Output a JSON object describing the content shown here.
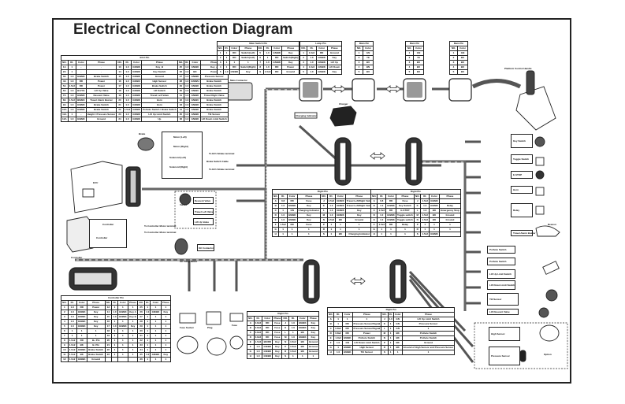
{
  "title": "Electrical Connection Diagram",
  "colors": {
    "ink": "#222222",
    "harness": "#555555",
    "background": "#ffffff"
  },
  "tables": {
    "ecu_pin": {
      "caption": "ECU Pin",
      "headers": [
        "NO.",
        "Rt.",
        "Color",
        "Phase",
        "NO.",
        "Rt.",
        "Color",
        "Phase",
        "NO.",
        "Rt.",
        "Color",
        "Phase"
      ],
      "rows": [
        [
          "1A",
          "1",
          "-",
          "-",
          "13",
          "1.0",
          "GN/BK",
          "Key_B",
          "25",
          "1.0",
          "GN/BK",
          "Key_A"
        ],
        [
          "2A",
          "1",
          "-",
          "-",
          "14",
          "1.0",
          "GN/BK",
          "Key Switch",
          "26",
          "1.0",
          "BK",
          "Power"
        ],
        [
          "3A",
          "1.0",
          "GN/BK",
          "Brake Switch",
          "15",
          "1.0",
          "GN/BK",
          "Ground",
          "27",
          "1.0",
          "GN/BK",
          "Pressure Sensor"
        ],
        [
          "4A",
          "1.0",
          "RD",
          "Power",
          "16",
          "1.0",
          "GN/BU",
          "High Sensor",
          "28",
          "1.0",
          "GN/WH",
          "Brake Switch"
        ],
        [
          "5A",
          "1.5x2",
          "RD",
          "Power",
          "17",
          "1.0",
          "GN/BK",
          "Brake Switch",
          "29",
          "1.0",
          "GN/BK",
          "Brake Switch"
        ],
        [
          "6A",
          "1.0",
          "BU/YE",
          "Lift Up Valve",
          "18",
          "1.0",
          "GN/BK",
          "Lift Switch",
          "30",
          "1.0",
          "GN/BU",
          "Brake Switch"
        ],
        [
          "7A",
          "1.0",
          "GN/BK",
          "Descent Valve",
          "19",
          "1.0",
          "GN/BK",
          "Travel Left Valve",
          "31",
          "1.0",
          "GN/BK",
          "Travel Right Valve"
        ],
        [
          "8A",
          "1.5x2",
          "BN/BK",
          "Travel Alarm Buzzer",
          "20",
          "1.0",
          "GN/BK",
          "Horn",
          "32",
          "1.0",
          "GN/BU",
          "Brake Switch"
        ],
        [
          "9A",
          "1.0",
          "GN/BK",
          "Brake Switch",
          "21",
          "1.0",
          "GN/BK",
          "Horn",
          "33",
          "1.0",
          "GN/BK",
          "Brake Switch"
        ],
        [
          "10A",
          "1.0",
          "GN/BK",
          "Brake Switch",
          "22",
          "1.5x2",
          "GN/BK",
          "Pothole Switch / Brake Switch",
          "34",
          "1.0",
          "GN/BK",
          "Brake Switch"
        ],
        [
          "11A",
          "1",
          "-",
          "Height / Pressure Sensor",
          "23",
          "1.0",
          "GN/BK",
          "Lift Up Limit Switch",
          "35",
          "1.0",
          "GN/BK",
          "Tilt Sensor"
        ],
        [
          "12A",
          "1.0",
          "GN/BK",
          "Ground",
          "24",
          "1.0",
          "GN/BK",
          "Up",
          "36",
          "1.0",
          "GN/BK",
          "Lift Down Limit Switch"
        ]
      ]
    },
    "main_switch_pin": {
      "caption": "Main Switch Pin",
      "headers": [
        "NO.",
        "Rt.",
        "Color",
        "Phase",
        "NO.",
        "Rt.",
        "Color",
        "Phase"
      ],
      "rows": [
        [
          "1",
          "1",
          "RD",
          "Switch(Left)",
          "5",
          "1.0",
          "GN/BK",
          "Key"
        ],
        [
          "2",
          "1",
          "RD",
          "Switch(Left)",
          "6",
          "1",
          "RD",
          "Switch(Right)"
        ],
        [
          "3",
          "1",
          "1",
          "1",
          "7",
          "1.0",
          "GN/BK",
          "Key"
        ],
        [
          "4",
          "1",
          "RD",
          "Switch(Right)",
          "8",
          "1.0",
          "RD",
          "Power"
        ],
        [
          "5",
          "1.0",
          "GN/BK",
          "Key",
          "9",
          "1.5x2",
          "RD",
          "Ground"
        ]
      ]
    },
    "lamp_pin": {
      "caption": "Lamp Pin",
      "label": "LAMP",
      "headers": [
        "NO.",
        "Rt.",
        "Color",
        "Phase"
      ],
      "rows": [
        [
          "1",
          "1.0x2",
          "RD",
          "Ground"
        ],
        [
          "2",
          "1.0",
          "GN/BK",
          "Key"
        ],
        [
          "3",
          "1.0",
          "GN/BK",
          "Lift Up"
        ],
        [
          "4",
          "1.0x2",
          "GN/BK",
          "Lift Down"
        ],
        [
          "5",
          "1.0",
          "GN/BK",
          "Key"
        ]
      ]
    },
    "small_pins": [
      {
        "caption": "Main Pin",
        "headers": [
          "NO.",
          "Color"
        ],
        "rows": [
          [
            "1",
            "GN"
          ],
          [
            "2",
            "YE"
          ],
          [
            "3",
            "BU"
          ],
          [
            "4",
            "BN"
          ],
          [
            "5",
            "BU"
          ]
        ]
      },
      {
        "caption": "Main Pin",
        "headers": [
          "NO.",
          "Color"
        ],
        "rows": [
          [
            "1",
            "GN"
          ],
          [
            "2",
            "YE"
          ],
          [
            "3",
            "BU"
          ],
          [
            "4",
            "BU"
          ],
          [
            "5",
            "BU"
          ]
        ]
      },
      {
        "caption": "Main Pin",
        "headers": [
          "NO.",
          "Color"
        ],
        "rows": [
          [
            "1",
            "GN"
          ],
          [
            "2",
            "BU"
          ],
          [
            "3",
            "BU"
          ],
          [
            "4",
            "BU"
          ],
          [
            "5",
            "BU"
          ]
        ]
      }
    ],
    "mid_left_pin": {
      "caption": "Right Pin",
      "label": "Lift Pin",
      "headers": [
        "NO.",
        "Rt.",
        "Color",
        "Phase",
        "NO.",
        "Rt.",
        "Color",
        "Phase"
      ],
      "rows": [
        [
          "A",
          "0.8",
          "RD",
          "Fuse",
          "J",
          "1.5x2",
          "GN/BK",
          "Travel Left/Right Valve"
        ],
        [
          "B",
          "1.0",
          "GN/BK",
          "Key",
          "K",
          "1.0",
          "GN/BK",
          "Travel Left/Right Valve"
        ],
        [
          "C",
          "1",
          "GN",
          "Charging Indicator",
          "L",
          "1.0",
          "GN/BK",
          "Key"
        ],
        [
          "D",
          "1.0",
          "GN/BK",
          "Key",
          "M",
          "1.0",
          "GN/BK",
          "Key"
        ],
        [
          "E",
          "1.0",
          "GN/BK",
          "Key",
          "N",
          "1.5x2",
          "BK",
          "Ground"
        ],
        [
          "F",
          "1.5x2",
          "RD",
          "Fuse",
          "P",
          "1",
          "1",
          "1"
        ],
        [
          "G",
          "1",
          "1",
          "1",
          "R",
          "1",
          "1",
          "1"
        ],
        [
          "H",
          "1",
          "1",
          "1",
          "S",
          "1",
          "BK",
          "Charging Indicator"
        ]
      ]
    },
    "mid_right_pin": {
      "caption": "Right Pin",
      "label": "Lift Pin",
      "headers": [
        "NO.",
        "Rt.",
        "Color",
        "Phase",
        "NO.",
        "Rt.",
        "Color",
        "Phase"
      ],
      "rows": [
        [
          "A",
          "0.8",
          "RD",
          "Fuse",
          "J",
          "1.5x2",
          "GN/BK",
          ""
        ],
        [
          "B",
          "1.0",
          "GN/BK",
          "Key Switch",
          "K",
          "1.0",
          "GN/BK",
          "Relay"
        ],
        [
          "C",
          "1.5x2",
          "RD",
          "E-STOP",
          "L",
          "1.0",
          "BK",
          "Emergency Stop"
        ],
        [
          "D",
          "1.0",
          "GN/BK",
          "Toggle switch",
          "M",
          "1.5x2",
          "BK",
          "Ground"
        ],
        [
          "E",
          "1.0",
          "GN/BK",
          "Toggle switch",
          "N",
          "1.5x2",
          "BK",
          "Ground"
        ],
        [
          "F",
          "1.5x2",
          "RD",
          "Relay",
          "P",
          "1",
          "1",
          "1"
        ],
        [
          "G",
          "1",
          "1",
          "1",
          "R",
          "1",
          "1",
          "1"
        ],
        [
          "H",
          "1",
          "1",
          "1",
          "S",
          "1.5x2",
          "GN/BK",
          ""
        ]
      ]
    },
    "controller_pin": {
      "caption": "Controller Pin",
      "headers": [
        "NO.",
        "Rt.",
        "Color",
        "Phase",
        "NO.",
        "Rt.",
        "Color",
        "Phase",
        "NO.",
        "Rt.",
        "Color",
        "Phase"
      ],
      "rows": [
        [
          "1",
          "1.0",
          "RD",
          "Power",
          "13",
          "1",
          "1",
          "1",
          "25",
          "1",
          "1",
          "1"
        ],
        [
          "2",
          "1.0",
          "GN/BK",
          "Key",
          "14",
          "1.0",
          "GN/BK",
          "Key A",
          "26",
          "1.0",
          "GN/BK",
          "Key"
        ],
        [
          "3",
          "1.0",
          "GN/BK",
          "Key",
          "15",
          "1.0",
          "GN/BK",
          "Key B",
          "27",
          "1",
          "1",
          "1"
        ],
        [
          "4",
          "1.0",
          "GN/BK",
          "Key",
          "16",
          "1",
          "1",
          "1",
          "28",
          "1",
          "1",
          "1"
        ],
        [
          "5",
          "1.0",
          "GN/BK",
          "Key",
          "17",
          "1.0",
          "GN/BK",
          "Key",
          "29",
          "1",
          "1",
          "1"
        ],
        [
          "6",
          "1",
          "1",
          "1",
          "18",
          "1",
          "1",
          "1",
          "30",
          "1",
          "1",
          "1"
        ],
        [
          "7",
          "1",
          "1",
          "1",
          "19",
          "1",
          "1",
          "1",
          "31",
          "1",
          "1",
          "1"
        ],
        [
          "8",
          "1.5x2",
          "RD",
          "B+ Pin",
          "20",
          "1",
          "1",
          "1",
          "32",
          "1",
          "1",
          "1"
        ],
        [
          "9",
          "1.5x2",
          "BK",
          "B- Pin",
          "21",
          "1",
          "1",
          "1",
          "33",
          "1",
          "1",
          "1"
        ],
        [
          "10",
          "1.5x2",
          "GN/BK",
          "Brake Switch",
          "22",
          "1",
          "1",
          "1",
          "34",
          "1",
          "1",
          "1"
        ],
        [
          "11",
          "1.5x2",
          "BK",
          "Brake Switch",
          "23",
          "1",
          "1",
          "1",
          "35",
          "1.0",
          "GN/BK",
          "Key"
        ],
        [
          "12",
          "1.5x2",
          "GN/BK",
          "Ground",
          "",
          "",
          "",
          "",
          "36",
          "1",
          "1",
          "1"
        ]
      ]
    },
    "bottom_mid_pin": {
      "caption": "Right Pin",
      "label": "Lift",
      "headers": [
        "NO.",
        "Rt.",
        "Color",
        "Phase",
        "NO.",
        "Rt.",
        "Color",
        "Phase"
      ],
      "rows": [
        [
          "A",
          "0.8x2",
          "RD",
          "Fuse",
          "J",
          "1.0",
          "GN/BK",
          "Key"
        ],
        [
          "B",
          "0.8x2",
          "RD",
          "Fuse",
          "K",
          "1.0",
          "GN/BK",
          "Key"
        ],
        [
          "C",
          "0.8x2",
          "RD",
          "Fuse",
          "L",
          "1",
          "BK",
          "Key"
        ],
        [
          "D",
          "0.8x2",
          "RD",
          "Fuse",
          "M",
          "1.0",
          "GN/BK",
          "Key"
        ],
        [
          "E",
          "1.5x2",
          "BK/RD",
          "Key",
          "N",
          "1.5x2",
          "BK",
          "Ground"
        ],
        [
          "F",
          "1.0",
          "GN/BK",
          "Key",
          "P",
          "1.5x2",
          "BK",
          "Ground"
        ],
        [
          "G",
          "1.0",
          "GN/BK",
          "Key",
          "R",
          "1.5x2",
          "BK",
          "Ground"
        ],
        [
          "H",
          "1.0",
          "GN/BK",
          "Key",
          "S",
          "1",
          "1",
          "1"
        ]
      ]
    },
    "bottom_right_pin": {
      "caption": "Right Pin",
      "label": "Lift",
      "headers": [
        "NO.",
        "Rt.",
        "Color",
        "Phase",
        "NO.",
        "Rt.",
        "Color",
        "Phase"
      ],
      "rows": [
        [
          "A",
          "1",
          "1",
          "1",
          "J",
          "1.0",
          "GN",
          "Lift Up Limit Switch"
        ],
        [
          "B",
          "1",
          "RD",
          "Pressure Sensor/Signal",
          "K",
          "1",
          "GN",
          "Pressure Sensor"
        ],
        [
          "C",
          "0.8x2",
          "RD",
          "Pressure Sensor/Signal",
          "L",
          "1",
          "GN",
          "1"
        ],
        [
          "D",
          "0.8x2",
          "RD",
          "Power",
          "M",
          "1",
          "BK",
          "Pothole Switch"
        ],
        [
          "E",
          "1.0x2",
          "GN/BK",
          "Pothole Switch",
          "N",
          "1",
          "BK",
          "Pothole Switch"
        ],
        [
          "F",
          "1.0",
          "GN",
          "Lift Down Limit Switch",
          "P",
          "1",
          "BK",
          "Ground"
        ],
        [
          "G",
          "1",
          "GN/BK",
          "High Sensor",
          "R",
          "1",
          "BK",
          "Ground of High Sensor and Pressure Sensor"
        ],
        [
          "H",
          "1.0",
          "GN/BK",
          "Tilt Sensor",
          "S",
          "1",
          "1",
          "1"
        ]
      ]
    }
  },
  "components": {
    "ecu_label": "ECU",
    "controller_label": "Controller",
    "main_contactor_label": "Main Contactor",
    "joystick_label": "Platform Control Handle",
    "charger_label": "Charger",
    "charging_indicator_label": "Charging Indicator",
    "brake_label": "Brake",
    "motor_box": {
      "labels": [
        "Motor (Left)",
        "Motor (Right)",
        "Solenoid (Left)",
        "Solenoid (Right)"
      ],
      "notes": [
        "To ECU Brake terminal",
        "Brake Switch Cable",
        "To ECU Brake terminal"
      ]
    },
    "controller_box": {
      "labels": [
        "Controller",
        "Controller"
      ],
      "notes": [
        "To Controller Motor terminal",
        "To Controller Motor terminal"
      ]
    },
    "valve_group": {
      "label": "Valves",
      "items": [
        "Descent Valve",
        "Travel Left Valve",
        "Lift Up Valve"
      ]
    },
    "oil_pump_label": "Oil Pump Motor",
    "oil_contactor_label": "Oil Contactor",
    "right_devices": [
      "Key Switch",
      "Toggle Switch",
      "E-STOP",
      "Horn",
      "Relay",
      "Travel Alarm Buzzer",
      "Beacon",
      "Pothole Switch",
      "Pothole Switch",
      "Lift Up Limit Switch",
      "Lift Down Limit Switch",
      "Tilt Sensor",
      "Lift Descent Valve",
      "High Sensor",
      "Pressure Sensor"
    ],
    "options_label": "Option",
    "bottom_connectors": [
      "Fuse Socket",
      "Plug",
      "Fuse"
    ]
  }
}
